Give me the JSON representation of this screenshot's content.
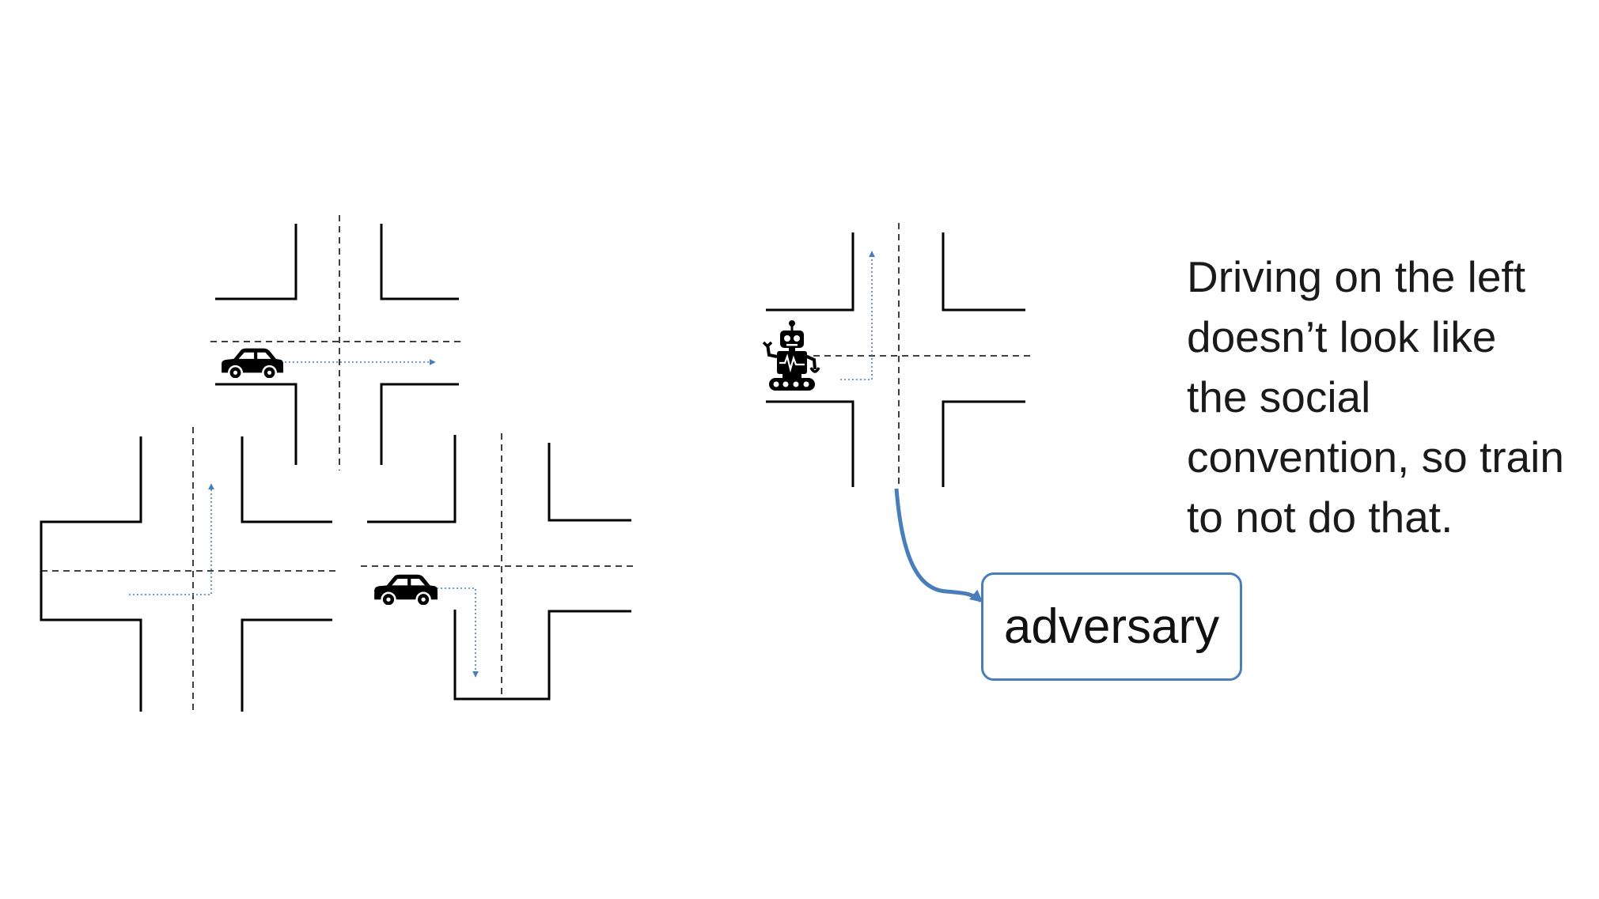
{
  "caption": {
    "line1": "Driving on the left",
    "line2": "doesn’t look like",
    "line3": "the social",
    "line4": "convention, so train",
    "line5": "to not do that."
  },
  "adversary": {
    "label": "adversary"
  },
  "colors": {
    "arrow": "#4a7ebb",
    "road": "#000000",
    "text": "#1a1a1a"
  },
  "icons": {
    "vehicle": "car-icon",
    "agent": "robot-icon"
  }
}
